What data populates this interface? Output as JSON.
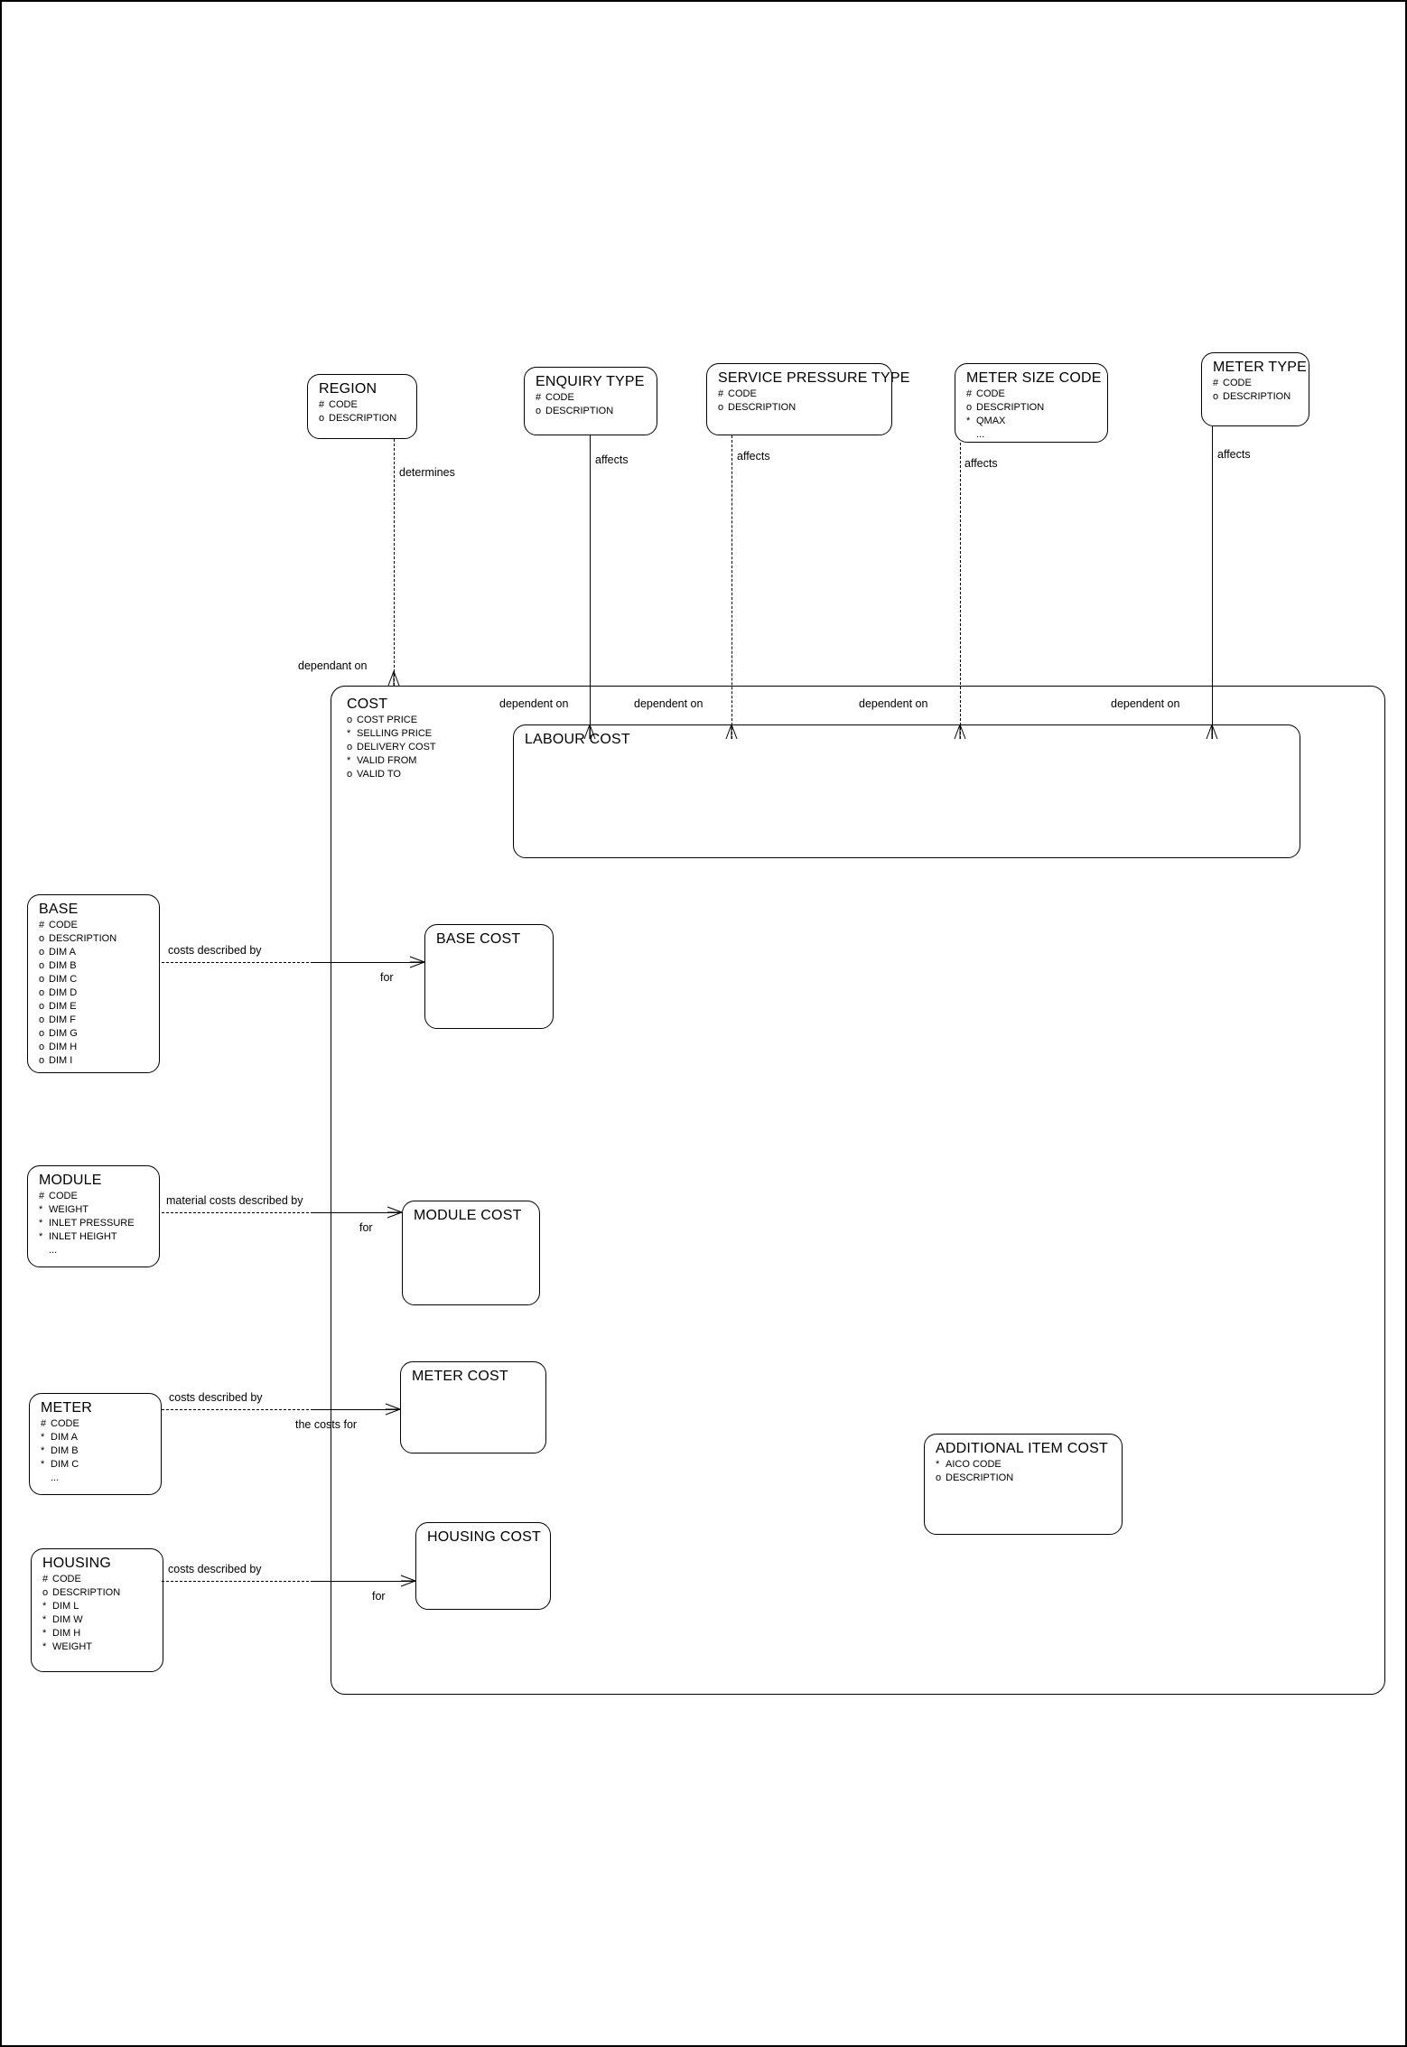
{
  "diagram": {
    "title": "Cost Entity Relationship Diagram",
    "type": "entity-relationship",
    "line_color": "#000000",
    "background": "#ffffff"
  },
  "entities": [
    {
      "id": "region",
      "name": "REGION",
      "attributes": [
        {
          "marker": "#",
          "name": "CODE"
        },
        {
          "marker": "o",
          "name": "DESCRIPTION"
        }
      ]
    },
    {
      "id": "enquiry-type",
      "name": "ENQUIRY TYPE",
      "attributes": [
        {
          "marker": "#",
          "name": "CODE"
        },
        {
          "marker": "o",
          "name": "DESCRIPTION"
        }
      ]
    },
    {
      "id": "service-pressure-type",
      "name": "SERVICE PRESSURE TYPE",
      "attributes": [
        {
          "marker": "#",
          "name": "CODE"
        },
        {
          "marker": "o",
          "name": "DESCRIPTION"
        }
      ]
    },
    {
      "id": "meter-size-code",
      "name": "METER SIZE CODE",
      "attributes": [
        {
          "marker": "#",
          "name": "CODE"
        },
        {
          "marker": "o",
          "name": "DESCRIPTION"
        },
        {
          "marker": "*",
          "name": "QMAX"
        },
        {
          "marker": "",
          "name": "..."
        }
      ]
    },
    {
      "id": "meter-type",
      "name": "METER TYPE",
      "attributes": [
        {
          "marker": "#",
          "name": "CODE"
        },
        {
          "marker": "o",
          "name": "DESCRIPTION"
        }
      ]
    },
    {
      "id": "cost",
      "name": "COST",
      "attributes": [
        {
          "marker": "o",
          "name": "COST PRICE"
        },
        {
          "marker": "*",
          "name": "SELLING PRICE"
        },
        {
          "marker": "o",
          "name": "DELIVERY COST"
        },
        {
          "marker": "*",
          "name": "VALID FROM"
        },
        {
          "marker": "o",
          "name": "VALID TO"
        }
      ]
    },
    {
      "id": "labour-cost",
      "name": "LABOUR COST",
      "attributes": []
    },
    {
      "id": "base",
      "name": "BASE",
      "attributes": [
        {
          "marker": "#",
          "name": "CODE"
        },
        {
          "marker": "o",
          "name": "DESCRIPTION"
        },
        {
          "marker": "o",
          "name": "DIM A"
        },
        {
          "marker": "o",
          "name": "DIM B"
        },
        {
          "marker": "o",
          "name": "DIM C"
        },
        {
          "marker": "o",
          "name": "DIM D"
        },
        {
          "marker": "o",
          "name": "DIM E"
        },
        {
          "marker": "o",
          "name": "DIM F"
        },
        {
          "marker": "o",
          "name": "DIM G"
        },
        {
          "marker": "o",
          "name": "DIM H"
        },
        {
          "marker": "o",
          "name": "DIM I"
        }
      ]
    },
    {
      "id": "base-cost",
      "name": "BASE COST",
      "attributes": []
    },
    {
      "id": "module",
      "name": "MODULE",
      "attributes": [
        {
          "marker": "#",
          "name": "CODE"
        },
        {
          "marker": "*",
          "name": "WEIGHT"
        },
        {
          "marker": "*",
          "name": "INLET PRESSURE"
        },
        {
          "marker": "*",
          "name": "INLET HEIGHT"
        },
        {
          "marker": "",
          "name": "..."
        }
      ]
    },
    {
      "id": "module-cost",
      "name": "MODULE COST",
      "attributes": []
    },
    {
      "id": "meter",
      "name": "METER",
      "attributes": [
        {
          "marker": "#",
          "name": "CODE"
        },
        {
          "marker": "*",
          "name": "DIM A"
        },
        {
          "marker": "*",
          "name": "DIM B"
        },
        {
          "marker": "*",
          "name": "DIM C"
        },
        {
          "marker": "",
          "name": "..."
        }
      ]
    },
    {
      "id": "meter-cost",
      "name": "METER COST",
      "attributes": []
    },
    {
      "id": "housing",
      "name": "HOUSING",
      "attributes": [
        {
          "marker": "#",
          "name": "CODE"
        },
        {
          "marker": "o",
          "name": "DESCRIPTION"
        },
        {
          "marker": "*",
          "name": "DIM L"
        },
        {
          "marker": "*",
          "name": "DIM W"
        },
        {
          "marker": "*",
          "name": "DIM H"
        },
        {
          "marker": "*",
          "name": "WEIGHT"
        }
      ]
    },
    {
      "id": "housing-cost",
      "name": "HOUSING COST",
      "attributes": []
    },
    {
      "id": "additional-item-cost",
      "name": "ADDITIONAL ITEM COST",
      "attributes": [
        {
          "marker": "*",
          "name": "AICO CODE"
        },
        {
          "marker": "o",
          "name": "DESCRIPTION"
        }
      ]
    }
  ],
  "relationship_labels": {
    "region_determines": "determines",
    "enquiry_affects": "affects",
    "service_pressure_affects": "affects",
    "meter_size_affects": "affects",
    "meter_type_affects": "affects",
    "cost_dependant_on": "dependant on",
    "labour_dependent_on_1": "dependent on",
    "labour_dependent_on_2": "dependent on",
    "labour_dependent_on_3": "dependent on",
    "labour_dependent_on_4": "dependent on",
    "base_costs_described_by": "costs described by",
    "base_for": "for",
    "module_material_costs_described_by": "material costs described by",
    "module_for": "for",
    "meter_costs_described_by": "costs described by",
    "meter_the_costs_for": "the costs for",
    "housing_costs_described_by": "costs described by",
    "housing_for": "for"
  }
}
